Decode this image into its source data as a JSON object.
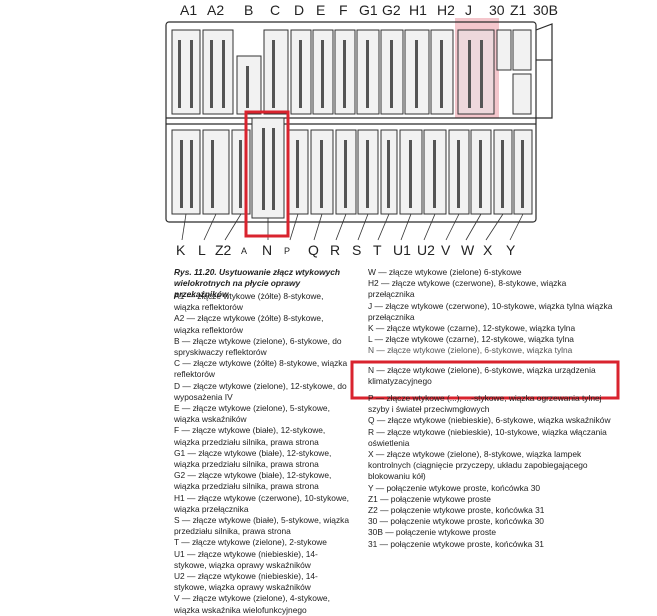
{
  "diagram": {
    "top_labels": [
      "A1",
      "A2",
      "B",
      "C",
      "D",
      "E",
      "F",
      "G1",
      "G2",
      "H1",
      "H2",
      "J",
      "30",
      "Z1",
      "30B"
    ],
    "bottom_labels": [
      "K",
      "L",
      "Z2",
      "A",
      "N",
      "P",
      "Q",
      "R",
      "S",
      "T",
      "U1",
      "U2",
      "V",
      "W",
      "X",
      "Y"
    ],
    "highlight_color": "#d9232e",
    "pink_color": "#f4c6cc"
  },
  "caption": "Rys. 11.20. Usytuowanie złącz wtykowych wielokrotnych na płycie oprawy przekaźników",
  "left_entries": [
    "A1 — złącze wtykowe (żółte) 8-stykowe, wiązka reflektorów",
    "A2 — złącze wtykowe (żółte) 8-stykowe, wiązka reflektorów",
    "B — złącze wtykowe (zielone), 6-stykowe, do spryskiwaczy reflektorów",
    "C — złącze wtykowe (żółte) 8-stykowe, wiązka reflektorów",
    "D — złącze wtykowe (zielone), 12-stykowe, do wyposażenia IV",
    "E — złącze wtykowe (zielone), 5-stykowe, wiązka wskaźników",
    "F — złącze wtykowe (białe), 12-stykowe, wiązka przedziału silnika, prawa strona",
    "G1 — złącze wtykowe (białe), 12-stykowe, wiązka przedziału silnika, prawa strona",
    "G2 — złącze wtykowe (białe), 12-stykowe, wiązka przedziału silnika, prawa strona",
    "H1 — złącze wtykowe (czerwone), 10-stykowe, wiązka przełącznika",
    "S — złącze wtykowe (białe), 5-stykowe, wiązka przedziału silnika, prawa strona",
    "T — złącze wtykowe (zielone), 2-stykowe",
    "U1 — złącze wtykowe (niebieskie), 14-stykowe, wiązka oprawy wskaźników",
    "U2 — złącze wtykowe (niebieskie), 14-stykowe, wiązka oprawy wskaźników",
    "V — złącze wtykowe (zielone), 4-stykowe, wiązka wskaźnika wielofunkcyjnego"
  ],
  "right_entries": [
    "W — złącze wtykowe (zielone) 6-stykowe",
    "H2 — złącze wtykowe (czerwone), 8-stykowe, wiązka przełącznika",
    "J — złącze wtykowe (czerwone), 10-stykowe, wiązka tylna wiązka przełącznika",
    "K — złącze wtykowe (czarne), 12-stykowe, wiązka tylna",
    "L — złącze wtykowe (czarne), 12-stykowe, wiązka tylna",
    "N — złącze wtykowe (zielone), 6-stykowe, wiązka tylna"
  ],
  "highlight_entry": "N — złącze wtykowe (zielone), 6-stykowe, wiązka urządzenia klimatyzacyjnego",
  "after_entries": [
    "P — złącze wtykowe (...), ...-stykowe, wiązka ogrzewania tylnej szyby i świateł przeciwmgłowych",
    "Q — złącze wtykowe (niebieskie), 6-stykowe, wiązka wskaźników",
    "R — złącze wtykowe (niebieskie), 10-stykowe, wiązka włączania oświetlenia",
    "X — złącze wtykowe (zielone), 8-stykowe, wiązka lampek kontrolnych (ciągnięcie przyczepy, układu zapobiegającego blokowaniu kół)",
    "Y — połączenie wtykowe proste, końcówka 30",
    "Z1 — połączenie wtykowe proste",
    "Z2 — połączenie wtykowe proste, końcówka 31",
    "30 — połączenie wtykowe proste, końcówka 30",
    "30B — połączenie wtykowe proste",
    "31 — połączenie wtykowe proste, końcówka 31"
  ]
}
